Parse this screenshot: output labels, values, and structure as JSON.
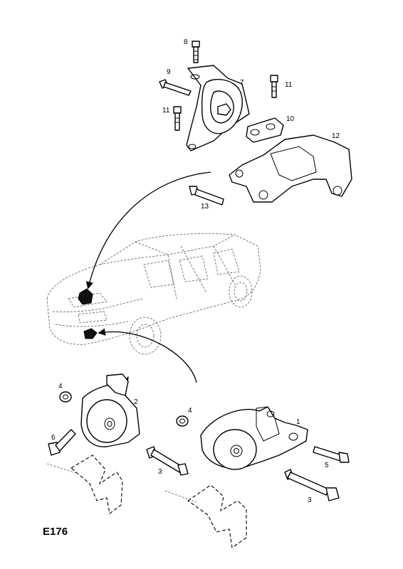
{
  "diagram_code": "E176",
  "callouts": {
    "c1": "1",
    "c2": "2",
    "c3a": "3",
    "c3b": "3",
    "c4a": "4",
    "c4b": "4",
    "c5": "5",
    "c6": "6",
    "c7": "7",
    "c8": "8",
    "c9": "9",
    "c10": "10",
    "c11a": "11",
    "c11b": "11",
    "c12": "12",
    "c13": "13"
  }
}
